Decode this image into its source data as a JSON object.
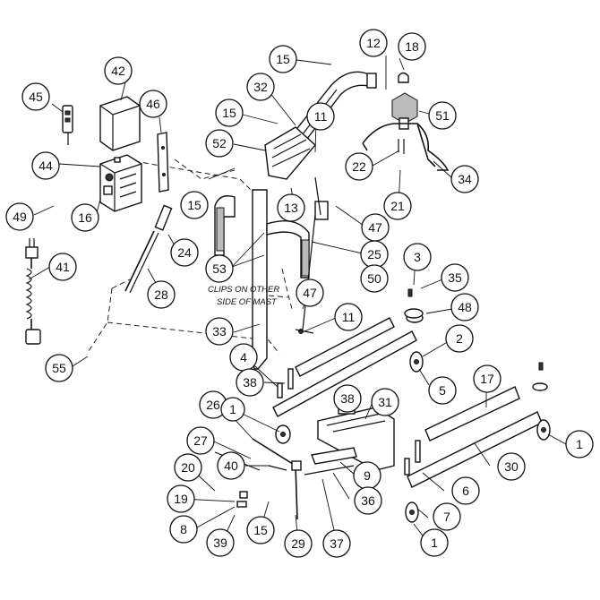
{
  "note": {
    "line1": "CLIPS ON OTHER",
    "line2": "SIDE OF MAST"
  },
  "callouts": [
    {
      "id": "c12",
      "label": "12"
    },
    {
      "id": "c18",
      "label": "18"
    },
    {
      "id": "c15a",
      "label": "15"
    },
    {
      "id": "c32",
      "label": "32"
    },
    {
      "id": "c42",
      "label": "42"
    },
    {
      "id": "c45",
      "label": "45"
    },
    {
      "id": "c46",
      "label": "46"
    },
    {
      "id": "c15b",
      "label": "15"
    },
    {
      "id": "c11a",
      "label": "11"
    },
    {
      "id": "c51",
      "label": "51"
    },
    {
      "id": "c52",
      "label": "52"
    },
    {
      "id": "c44",
      "label": "44"
    },
    {
      "id": "c22",
      "label": "22"
    },
    {
      "id": "c34",
      "label": "34"
    },
    {
      "id": "c16",
      "label": "16"
    },
    {
      "id": "c49",
      "label": "49"
    },
    {
      "id": "c15c",
      "label": "15"
    },
    {
      "id": "c13",
      "label": "13"
    },
    {
      "id": "c21",
      "label": "21"
    },
    {
      "id": "c47a",
      "label": "47"
    },
    {
      "id": "c24",
      "label": "24"
    },
    {
      "id": "c25",
      "label": "25"
    },
    {
      "id": "c3",
      "label": "3"
    },
    {
      "id": "c41",
      "label": "41"
    },
    {
      "id": "c53",
      "label": "53"
    },
    {
      "id": "c50",
      "label": "50"
    },
    {
      "id": "c35",
      "label": "35"
    },
    {
      "id": "c28",
      "label": "28"
    },
    {
      "id": "c47b",
      "label": "47"
    },
    {
      "id": "c48",
      "label": "48"
    },
    {
      "id": "c11b",
      "label": "11"
    },
    {
      "id": "c33",
      "label": "33"
    },
    {
      "id": "c2",
      "label": "2"
    },
    {
      "id": "c55",
      "label": "55"
    },
    {
      "id": "c4",
      "label": "4"
    },
    {
      "id": "c5",
      "label": "5"
    },
    {
      "id": "c38a",
      "label": "38"
    },
    {
      "id": "c17",
      "label": "17"
    },
    {
      "id": "c38b",
      "label": "38"
    },
    {
      "id": "c31",
      "label": "31"
    },
    {
      "id": "c26",
      "label": "26"
    },
    {
      "id": "c1a",
      "label": "1"
    },
    {
      "id": "c1b",
      "label": "1"
    },
    {
      "id": "c27",
      "label": "27"
    },
    {
      "id": "c30",
      "label": "30"
    },
    {
      "id": "c40",
      "label": "40"
    },
    {
      "id": "c9",
      "label": "9"
    },
    {
      "id": "c20",
      "label": "20"
    },
    {
      "id": "c6",
      "label": "6"
    },
    {
      "id": "c36",
      "label": "36"
    },
    {
      "id": "c19",
      "label": "19"
    },
    {
      "id": "c7",
      "label": "7"
    },
    {
      "id": "c8",
      "label": "8"
    },
    {
      "id": "c39",
      "label": "39"
    },
    {
      "id": "c15d",
      "label": "15"
    },
    {
      "id": "c29",
      "label": "29"
    },
    {
      "id": "c37",
      "label": "37"
    },
    {
      "id": "c1c",
      "label": "1"
    }
  ]
}
